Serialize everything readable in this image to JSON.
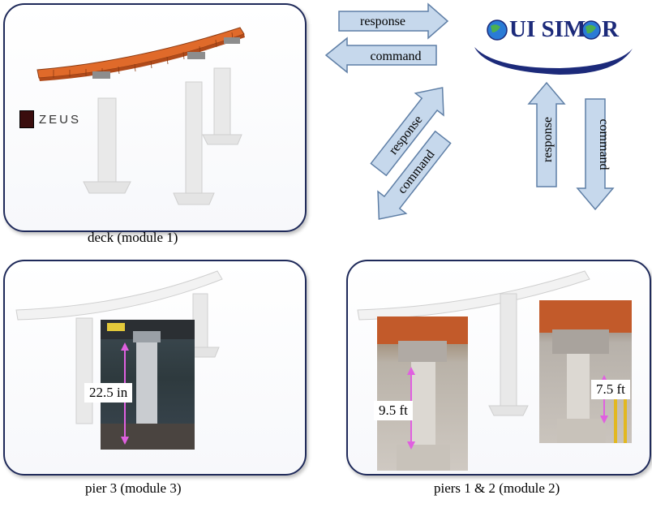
{
  "logo": {
    "text_left": "UI SIM",
    "text_right": "R"
  },
  "zeus_logo": {
    "text": "ZEUS"
  },
  "arrows": {
    "top_response": "response",
    "top_command": "command",
    "diag_response": "response",
    "diag_command": "command",
    "right_response": "response",
    "right_command": "command"
  },
  "panels": {
    "deck": {
      "caption": "deck (module 1)"
    },
    "pier3": {
      "caption": "pier 3 (module 3)",
      "dimension": "22.5 in"
    },
    "piers12": {
      "caption": "piers 1 & 2 (module 2)",
      "dimension_left": "9.5 ft",
      "dimension_right": "7.5 ft"
    }
  },
  "colors": {
    "arrow_fill": "#c6d8ec",
    "arrow_stroke": "#5f7fa6",
    "panel_border": "#1f2a5a",
    "dimension_arrow": "#e060e0",
    "deck_orange": "#e06a2a",
    "logo_blue": "#1c2a7a"
  }
}
